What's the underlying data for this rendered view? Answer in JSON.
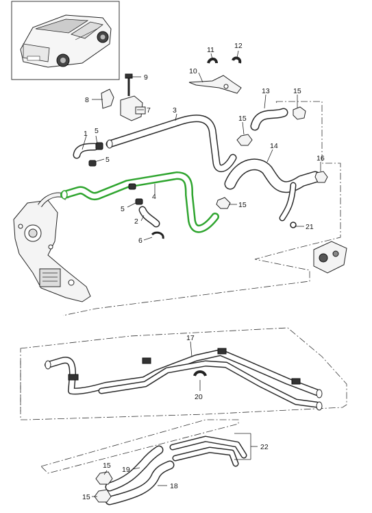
{
  "diagram": {
    "callouts": {
      "c1": "1",
      "c2": "2",
      "c3": "3",
      "c4": "4",
      "c5a": "5",
      "c5b": "5",
      "c5c": "5",
      "c6": "6",
      "c7": "7",
      "c8": "8",
      "c9": "9",
      "c10": "10",
      "c11": "11",
      "c12": "12",
      "c13": "13",
      "c14": "14",
      "c15a": "15",
      "c15b": "15",
      "c15c": "15",
      "c15d": "15",
      "c15e": "15",
      "c16": "16",
      "c17": "17",
      "c18": "18",
      "c19": "19",
      "c20": "20",
      "c21": "21",
      "c22": "22"
    },
    "highlight_color": "#2fa52f",
    "highlighted_part": "4"
  }
}
